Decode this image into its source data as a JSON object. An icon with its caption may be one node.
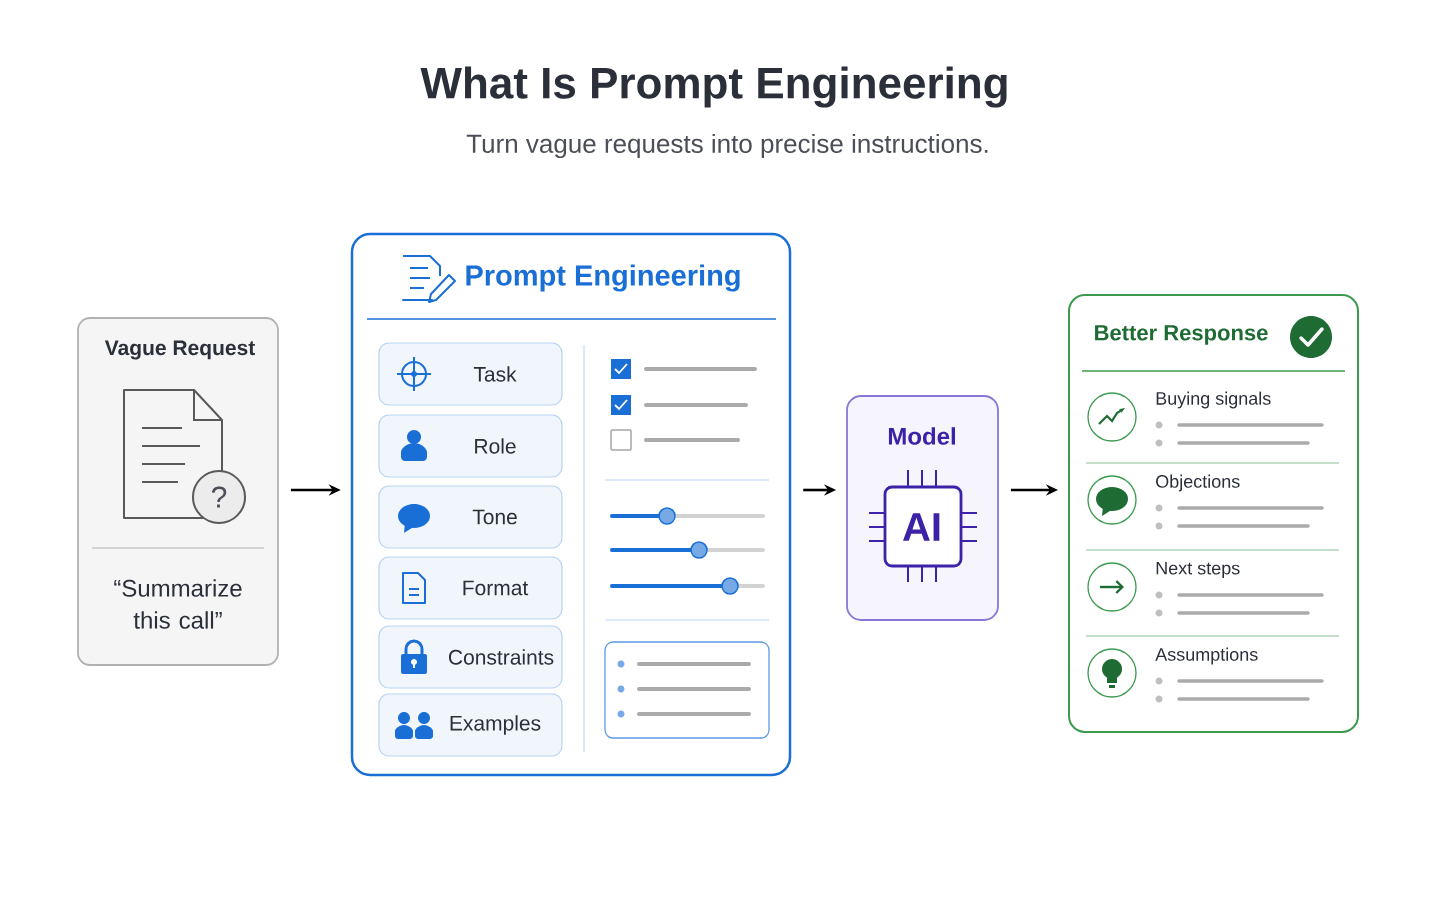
{
  "diagram": {
    "title": "What Is Prompt Engineering",
    "nodes": [
      {
        "text": [
          "Vague Request",
          "“Summarize this call”"
        ]
      },
      {
        "text": [
          "Prompt Engineering"
        ]
      },
      {
        "text": [
          "Task"
        ],
        "in": 1
      },
      {
        "text": [
          "Role"
        ],
        "in": 1
      },
      {
        "text": [
          "Tone"
        ],
        "in": 1
      },
      {
        "text": [
          "Format"
        ],
        "in": 1
      },
      {
        "text": [
          "Constraints"
        ],
        "in": 1
      },
      {
        "text": [
          "Examples"
        ],
        "in": 1
      },
      {
        "text": [
          "Model",
          "AI"
        ]
      },
      {
        "text": [
          "Better Response"
        ]
      },
      {
        "text": [
          "Buying signals"
        ],
        "in": 9
      },
      {
        "text": [
          "Objections"
        ],
        "in": 9
      },
      {
        "text": [
          "Next steps"
        ],
        "in": 9
      },
      {
        "text": [
          "Assumptions"
        ],
        "in": 9
      }
    ],
    "edges": [
      {
        "from": 0,
        "to": 1,
        "arrow": "to"
      },
      {
        "from": 1,
        "to": 8,
        "arrow": "to"
      },
      {
        "from": 8,
        "to": 9,
        "arrow": "to"
      }
    ],
    "labels": [
      "Turn vague requests into precise instructions.",
      "?"
    ]
  }
}
